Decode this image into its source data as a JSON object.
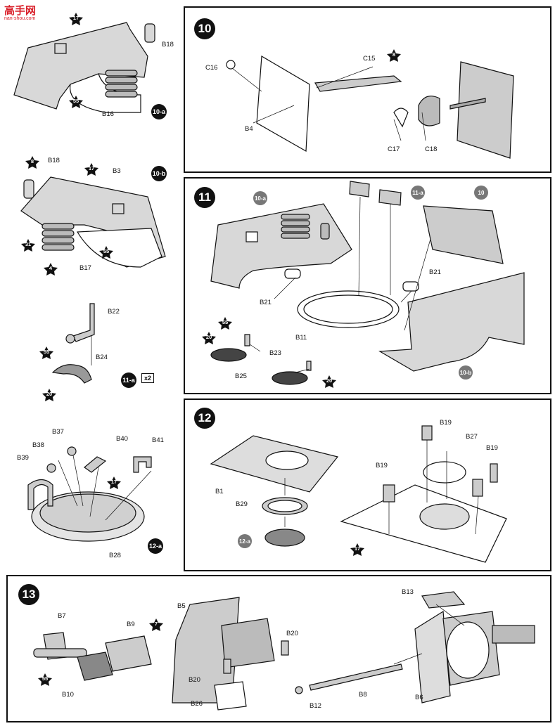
{
  "watermark": {
    "title": "高手网",
    "url": "nan-shou.com"
  },
  "left_column": {
    "sub_10a": {
      "badge": "10-a",
      "labels": {
        "b18": "B18",
        "b16": "B16"
      },
      "stars": [
        "17",
        "55"
      ]
    },
    "sub_10b": {
      "badge": "10-b",
      "labels": {
        "b18": "B18",
        "b3": "B3",
        "b17": "B17"
      },
      "stars": [
        "8",
        "17",
        "31",
        "4",
        "55"
      ]
    },
    "sub_11a": {
      "badge": "11-a",
      "multiplier": "x2",
      "labels": {
        "b22": "B22",
        "b24": "B24"
      },
      "stars": [
        "55",
        "20"
      ]
    },
    "sub_12a": {
      "badge": "12-a",
      "labels": {
        "b37": "B37",
        "b38": "B38",
        "b39": "B39",
        "b40": "B40",
        "b41": "B41",
        "b28": "B28"
      },
      "stars": [
        "17"
      ]
    }
  },
  "step10": {
    "number": "10",
    "labels": {
      "c16": "C16",
      "c15": "C15",
      "b4": "B4",
      "c17": "C17",
      "c18": "C18"
    },
    "stars": [
      "8"
    ]
  },
  "step11": {
    "number": "11",
    "badges": [
      "10-a",
      "11-a",
      "10",
      "10-b"
    ],
    "labels": {
      "b21a": "B21",
      "b21b": "B21",
      "b11": "B11",
      "b23": "B23",
      "b25": "B25"
    },
    "stars": [
      "55",
      "20",
      "20"
    ]
  },
  "step12": {
    "number": "12",
    "badges": [
      "12-a"
    ],
    "labels": {
      "b1": "B1",
      "b29": "B29",
      "b19a": "B19",
      "b27": "B27",
      "b19b": "B19",
      "b19c": "B19"
    },
    "stars": [
      "17"
    ]
  },
  "step13": {
    "number": "13",
    "labels": {
      "b7": "B7",
      "b9": "B9",
      "b10": "B10",
      "b5": "B5",
      "b20a": "B20",
      "b20b": "B20",
      "b26": "B26",
      "b13": "B13",
      "b8": "B8",
      "b12": "B12",
      "b6": "B6"
    },
    "stars": [
      "7",
      "55"
    ]
  }
}
